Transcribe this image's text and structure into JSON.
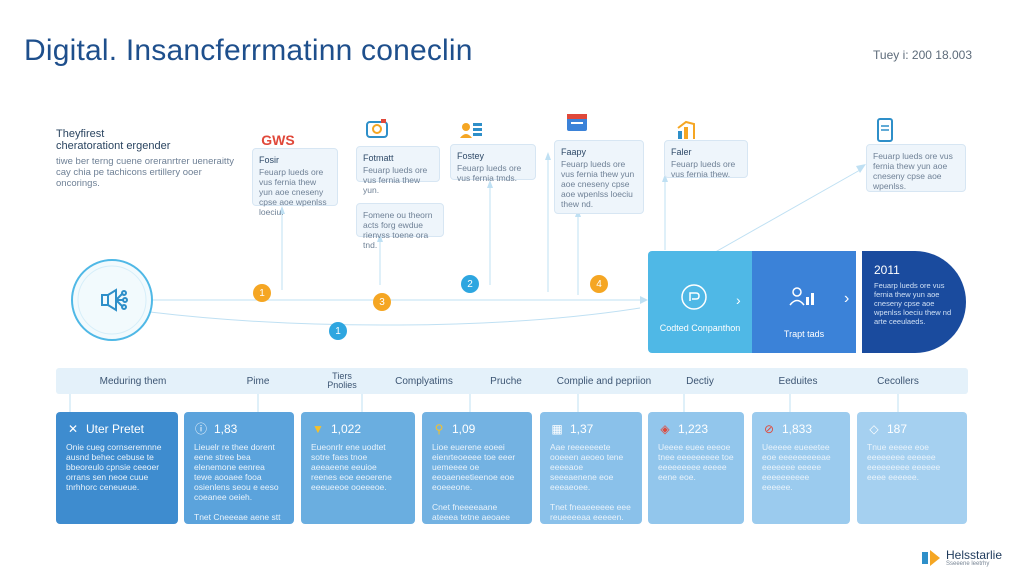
{
  "header": {
    "title": "Digital. Insancferrmatinn coneclin",
    "date": "Tuey i: 200 18.003"
  },
  "intro": {
    "heading": "Theyfirest",
    "subheading": "cheratorationt ergender",
    "body": "tiwe ber terng cuene oreranrtrer ueneraitty cay chia pe tachicons ertillery ooer oncorings."
  },
  "top_cards": [
    {
      "icon": "gws",
      "logo_text": "GWS",
      "title": "Fosir",
      "text": "Feuarp lueds ore vus fernia thew yun aoe cneseny cpse aoe wpenlss loeciu."
    },
    {
      "icon": "camera-icon",
      "title": "Fotmatt",
      "text": "Feuarp lueds ore vus fernia thew yun.",
      "extra": "Fomene ou theorn acts forg ewdue rienvss toene ora tnd."
    },
    {
      "icon": "user-list-icon",
      "title": "Fostey",
      "text": "Feuarp lueds ore vus fernia tmds."
    },
    {
      "icon": "folder-icon",
      "title": "Faapy",
      "text": "Feuarp lueds ore vus fernia thew yun aoe cneseny cpse aoe wpenlss loeciu thew nd."
    },
    {
      "icon": "chart-icon",
      "title": "Faler",
      "text": "Feuarp lueds ore vus fernia thew."
    },
    {
      "icon": "phone-icon",
      "title": "",
      "text": "Feuarp lueds ore vus fernia thew yun aoe cneseny cpse aoe wpenlss."
    }
  ],
  "steps": [
    "1",
    "3",
    "1",
    "2",
    "4"
  ],
  "blocks": {
    "b1": {
      "label": "Codted Conpanthon"
    },
    "b2": {
      "label": "Trapt tads"
    },
    "b3": {
      "year": "2011",
      "text": "Feuarp lueds ore vus fernia thew yun aoe cneseny cpse aoe wpenlss loeciu thew nd arte ceeulaeds."
    }
  },
  "phases": [
    "Meduring them",
    "Pime",
    "Tiers Pnolies",
    "Complyatims",
    "Pruche",
    "Complie and pepriion",
    "Dectiy",
    "Eeduites",
    "Cecollers"
  ],
  "metric_cards": [
    {
      "icon": "close-icon",
      "title": "Uter Pretet",
      "text": "Onie cueg cornseremnne ausnd behec cebuse te bbeoreulo cpnsie ceeoer orrans sen neoe cuue tnrhhorc ceneueue.",
      "foot": ""
    },
    {
      "icon": "info-icon",
      "title": "1,83",
      "text": "Lieuelr re thee dorent eene stree bea elenemone eenrea tewe aooaee fooa osienlens seou e eeso coeanee oeieh.",
      "foot": "Tnet Cneeeae aene stt oeaene fn feuaeeeuees eoeeeeseed."
    },
    {
      "icon": "warning-icon",
      "title": "1,022",
      "text": "Eueonrlr ene uodtet sotre faes tnoe aeeaeene eeuioe reenes eoe eeoerene eeeueeoe ooeeeoe.",
      "foot": ""
    },
    {
      "icon": "search-icon",
      "title": "1,09",
      "text": "Lioe euerene eoeei eienrteoeeee toe eeer uemeeee oe eeoaeneetieenoe eoe eoeeeone.",
      "foot": "Cnet fneeeeaane ateeea tetne aeoaee aeer eeueeeeeoe eeeoee aa."
    },
    {
      "icon": "grid-icon",
      "title": "1,37",
      "text": "Aae reeeeeeete ooeeen aeoeo tene eeeeaoe seeeaenene eoe eeeaeoee.",
      "foot": "Tnet fneaeeeeee eee reueeeeaa eeeeen."
    },
    {
      "icon": "tag-icon",
      "title": "1,223",
      "text": "Ueeee euee eeeoe tnee eeeeeeeee toe eeeeeeeee eeeee eene eoe.",
      "foot": ""
    },
    {
      "icon": "alert-icon",
      "title": "1,833",
      "text": "Ueeeee eueeetee eoe eeeeeeeeeae eeeeeee eeeee eeeeeeeeee eeeeee.",
      "foot": ""
    },
    {
      "icon": "tag-icon",
      "title": "187",
      "text": "Tnue eeeee eoe eeeeeeee eeeeee eeeeeeeee eeeeee eeee eeeeee.",
      "foot": ""
    }
  ],
  "footer": {
    "brand": "Helsstarlie",
    "tagline": "Sseeene leetrhy"
  },
  "colors": {
    "accent": "#1e4f8c",
    "light_blue": "#4fb8e6",
    "mid_blue": "#3b82d8",
    "dark_blue": "#1a4b9e",
    "orange": "#f5a623",
    "step_blue": "#2ea6e0"
  }
}
